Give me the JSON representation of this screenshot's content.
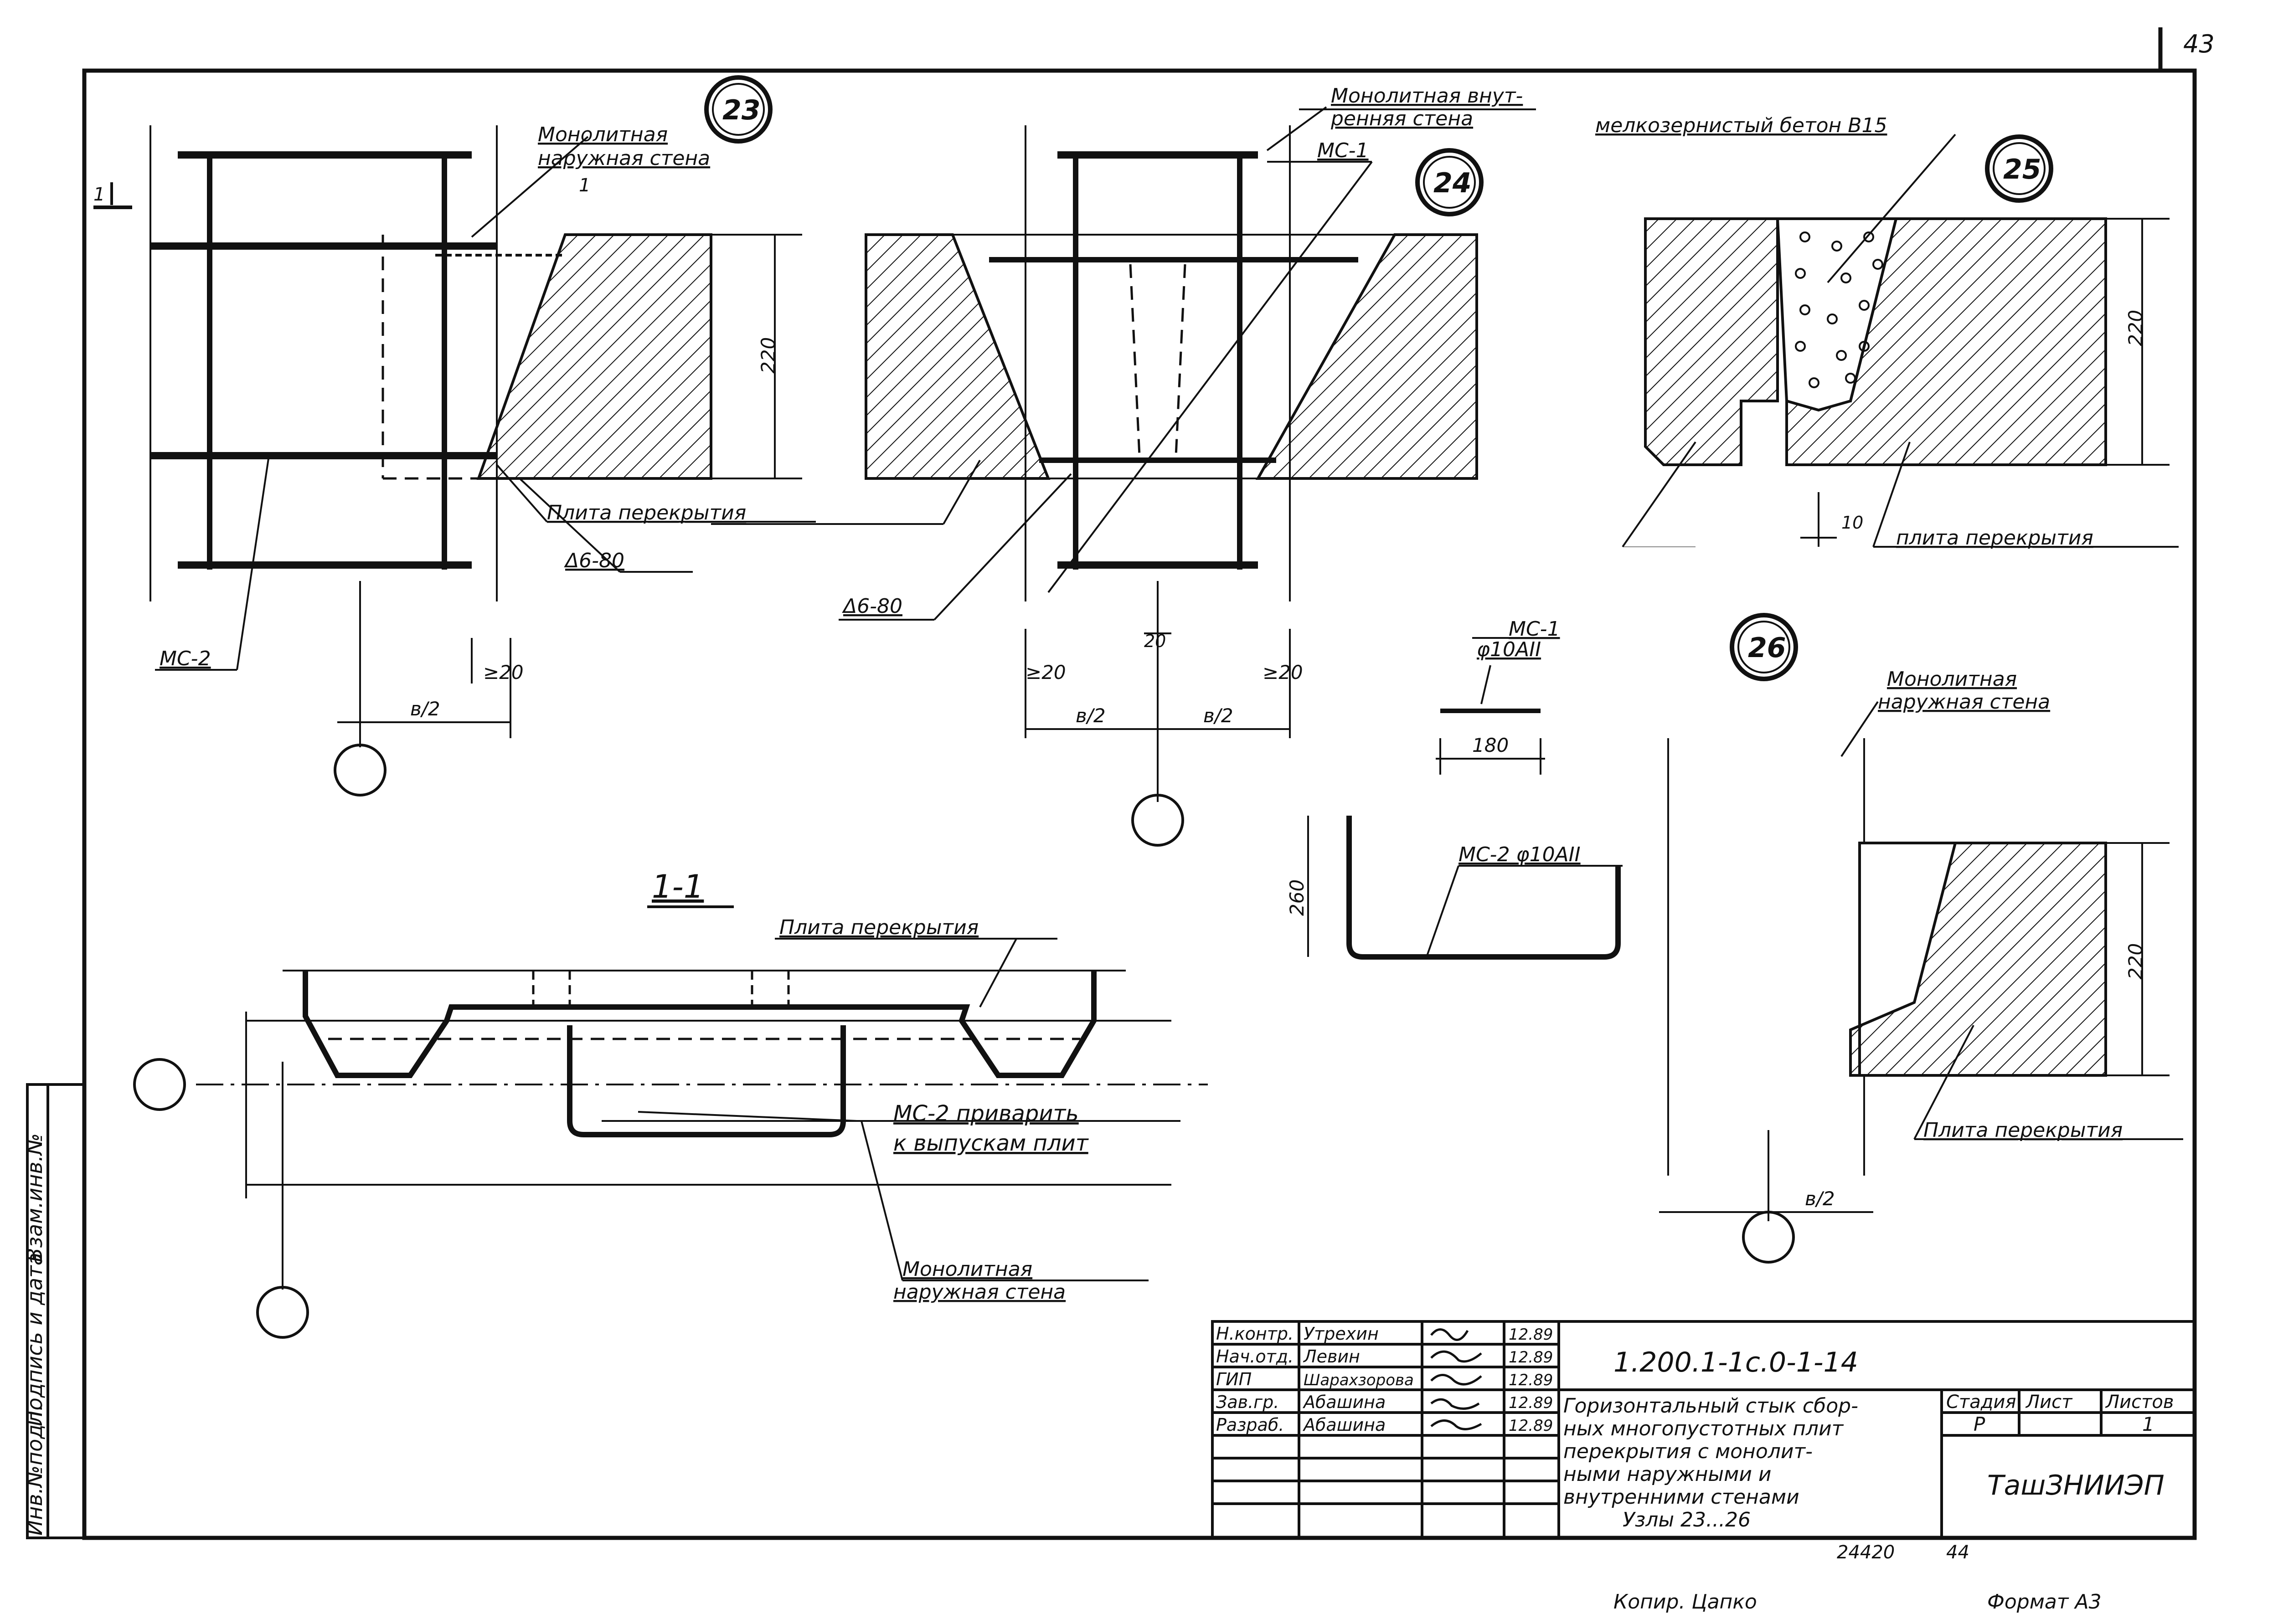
{
  "page_number": "43",
  "nodes": {
    "n23": "23",
    "n24": "24",
    "n25": "25",
    "n26": "26"
  },
  "labels": {
    "monolith_outer_wall_1": "Монолитная",
    "monolith_outer_wall_2": "наружная стена",
    "monolith_inner_wall_1": "Монолитная внут-",
    "monolith_inner_wall_2": "ренняя стена",
    "fine_concrete": "мелкозернистый бетон В15",
    "ms1": "МС-1",
    "plita_23": "Плита перекрытия",
    "d6_80_a": "Δ6-80",
    "d6_80_b": "Δ6-80",
    "ms2_left": "МС-2",
    "plita_25": "плита перекрытия",
    "ms1_spec_1": "МС-1",
    "ms1_spec_2": "φ10АII",
    "ms2_spec": "МС-2 φ10АII",
    "n26_wall_1": "Монолитная",
    "n26_wall_2": "наружная стена",
    "plita_26": "Плита перекрытия",
    "section_11": "1-1",
    "plita_11": "Плита перекрытия",
    "ms2_weld_1": "МС-2 приварить",
    "ms2_weld_2": "к выпускам плит",
    "outer_wall_11_1": "Монолитная",
    "outer_wall_11_2": "наружная стена",
    "sec_mark_a": "1",
    "sec_mark_b": "1"
  },
  "dimensions": {
    "d220_a": "220",
    "d220_b": "220",
    "d220_c": "220",
    "b2_a": "в/2",
    "b2_b": "в/2",
    "b2_c": "в/2",
    "b2_d": "в/2",
    "ge20_a": "≥20",
    "ge20_b": "≥20",
    "ge20_c": "≥20",
    "d10": "10",
    "d180": "180",
    "d260": "260",
    "d20": "20"
  },
  "side_stamp": {
    "c1": "Инв.№подл.",
    "c2": "Подпись и дата",
    "c3": "Взам.инв.№"
  },
  "title_block": {
    "doc_code": "1.200.1-1с.0-1-14",
    "rows": [
      {
        "role": "Н.контр.",
        "name": "Утрехин",
        "sign": "",
        "date": "12.89"
      },
      {
        "role": "Нач.отд.",
        "name": "Левин",
        "sign": "",
        "date": "12.89"
      },
      {
        "role": "ГИП",
        "name": "Шарахзорова",
        "sign": "",
        "date": "12.89"
      },
      {
        "role": "Зав.гр.",
        "name": "Абашина",
        "sign": "",
        "date": "12.89"
      },
      {
        "role": "Разраб.",
        "name": "Абашина",
        "sign": "",
        "date": "12.89"
      }
    ],
    "description": [
      "Горизонтальный стык сбор-",
      "ных многопустотных плит",
      "перекрытия с монолит-",
      "ными наружными и",
      "внутренними стенами",
      "Узлы 23...26"
    ],
    "stage_h": "Стадия",
    "sheet_h": "Лист",
    "sheets_h": "Листов",
    "stage": "Р",
    "sheet": "",
    "sheets": "1",
    "org": "ТашЗНИИЭП"
  },
  "footer": {
    "inv": "24420",
    "num": "44",
    "copied": "Копир. Цапко",
    "format": "Формат А3"
  }
}
